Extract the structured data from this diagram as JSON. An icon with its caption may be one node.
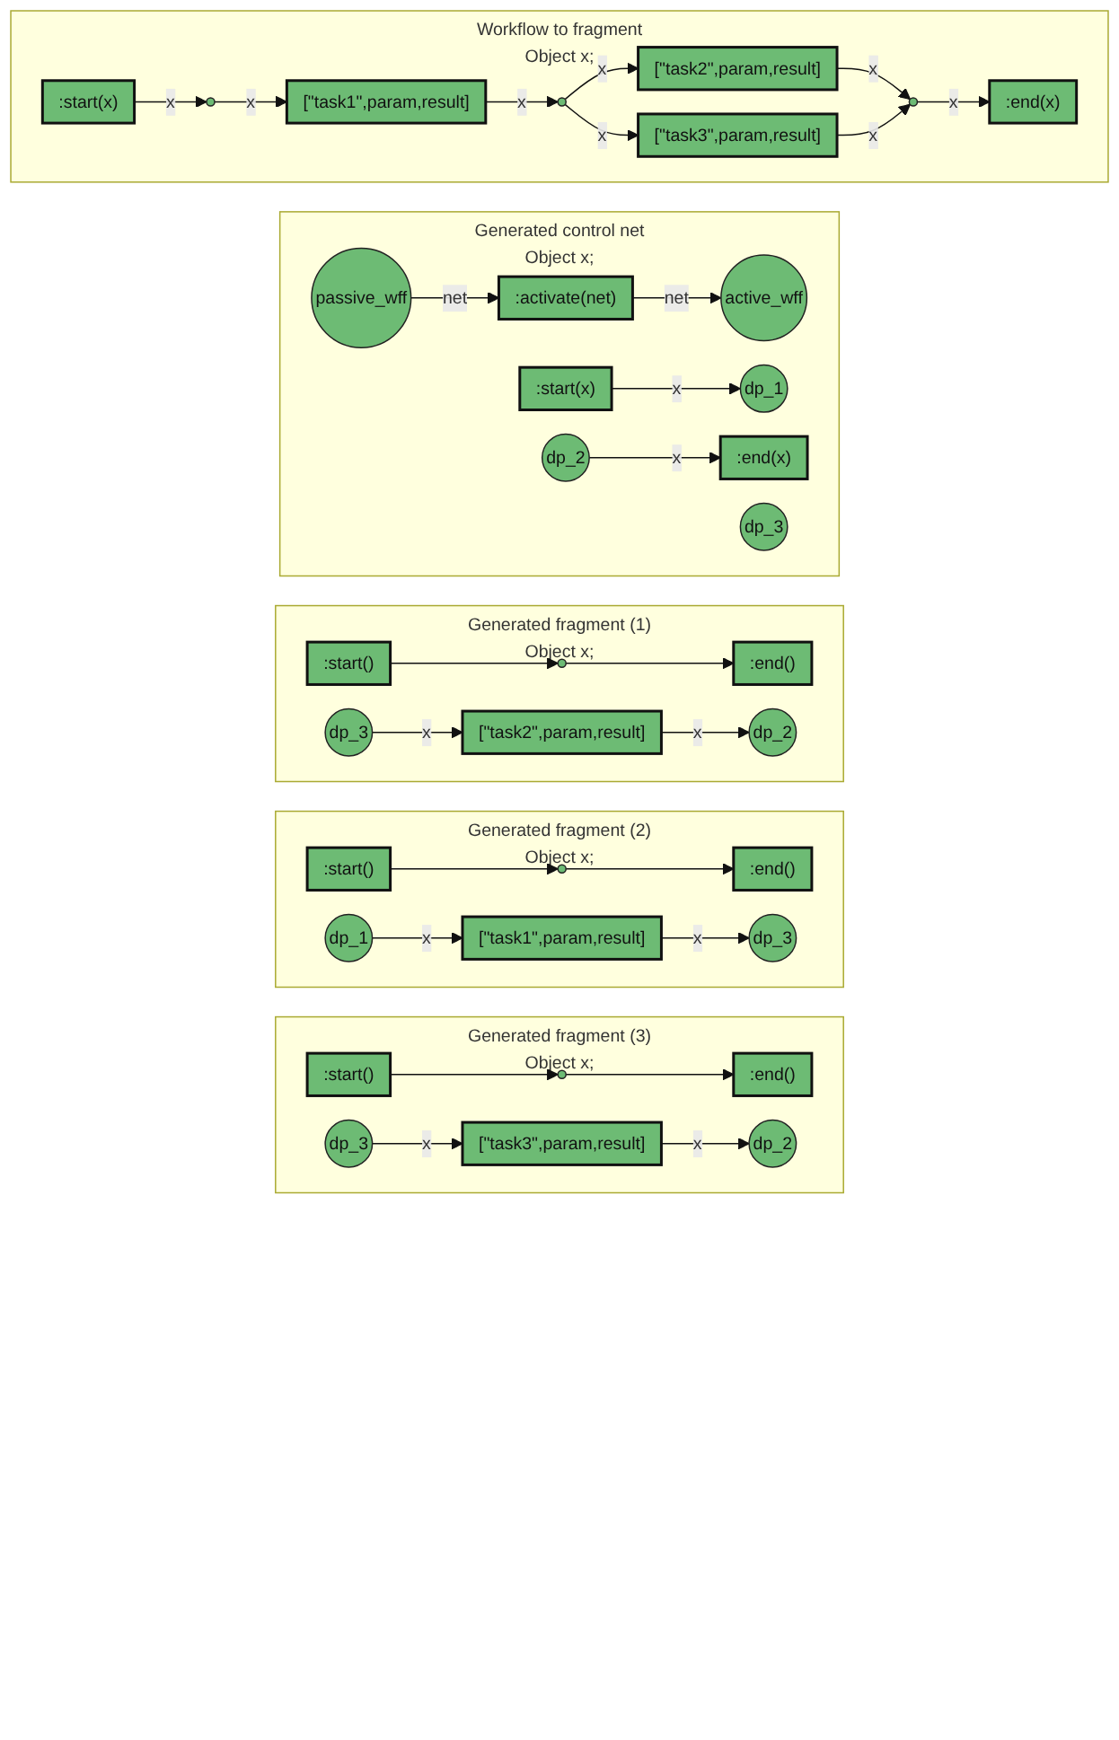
{
  "diagram": {
    "nodes": [
      {
        "text": [
          "Workflow to fragment",
          "Object x;"
        ]
      },
      {
        "text": [
          ":start(x)"
        ],
        "in": 0
      },
      {
        "text": [],
        "shape": "circle",
        "in": 0
      },
      {
        "text": [
          "[\"task1\",param,result]"
        ],
        "in": 0
      },
      {
        "text": [],
        "shape": "circle",
        "in": 0
      },
      {
        "text": [
          "[\"task2\",param,result]"
        ],
        "in": 0
      },
      {
        "text": [
          "[\"task3\",param,result]"
        ],
        "in": 0
      },
      {
        "text": [],
        "shape": "circle",
        "in": 0
      },
      {
        "text": [
          ":end(x)"
        ],
        "in": 0
      },
      {
        "text": [
          "Generated control net",
          "Object x;"
        ]
      },
      {
        "text": [
          "passive_wff"
        ],
        "in": 9
      },
      {
        "text": [
          ":activate(net)"
        ],
        "in": 9
      },
      {
        "text": [
          "active_wff"
        ],
        "in": 9
      },
      {
        "text": [
          ":start(x)"
        ],
        "in": 9
      },
      {
        "text": [
          "dp_1"
        ],
        "in": 9
      },
      {
        "text": [
          "dp_3"
        ],
        "in": 9
      },
      {
        "text": [
          "dp_2"
        ],
        "in": 9
      },
      {
        "text": [
          ":end(x)"
        ],
        "in": 9
      },
      {
        "text": [
          "Generated fragment (1)",
          "Object x;"
        ]
      },
      {
        "text": [
          ":start()"
        ],
        "in": 18
      },
      {
        "text": [],
        "shape": "circle",
        "in": 18
      },
      {
        "text": [
          ":end()"
        ],
        "in": 18
      },
      {
        "text": [
          "[\"task2\",param,result]"
        ],
        "in": 18
      },
      {
        "text": [
          "dp_3"
        ],
        "in": 18
      },
      {
        "text": [
          "dp_2"
        ],
        "in": 18
      },
      {
        "text": [
          "Generated fragment (2)",
          "Object x;"
        ]
      },
      {
        "text": [
          ":start()"
        ],
        "in": 25
      },
      {
        "text": [],
        "shape": "circle",
        "in": 25
      },
      {
        "text": [
          ":end()"
        ],
        "in": 25
      },
      {
        "text": [
          "dp_1"
        ],
        "in": 25
      },
      {
        "text": [
          "[\"task1\",param,result]"
        ],
        "in": 25
      },
      {
        "text": [
          "dp_3"
        ],
        "in": 25
      },
      {
        "text": [
          "Generated fragment (3)",
          "Object x;"
        ]
      },
      {
        "text": [
          ":start()"
        ],
        "in": 32
      },
      {
        "text": [],
        "shape": "circle",
        "in": 32
      },
      {
        "text": [
          ":end()"
        ],
        "in": 32
      },
      {
        "text": [
          "dp_3"
        ],
        "in": 32
      },
      {
        "text": [
          "dp_2"
        ],
        "in": 32
      },
      {
        "text": [
          "[\"task3\",param,result]"
        ],
        "in": 32
      }
    ],
    "edges": [
      {
        "from": 1,
        "to": 2,
        "arrow": "to",
        "label": "x"
      },
      {
        "from": 2,
        "to": 3,
        "arrow": "to",
        "label": "x"
      },
      {
        "from": 3,
        "to": 4,
        "arrow": "to",
        "label": "x"
      },
      {
        "from": 4,
        "to": 5,
        "arrow": "to",
        "label": "x"
      },
      {
        "from": 4,
        "to": 6,
        "arrow": "to",
        "label": "x"
      },
      {
        "from": 5,
        "to": 7,
        "arrow": "to",
        "label": "x"
      },
      {
        "from": 6,
        "to": 7,
        "arrow": "to",
        "label": "x"
      },
      {
        "from": 7,
        "to": 8,
        "arrow": "to",
        "label": "x"
      },
      {
        "from": 10,
        "to": 11,
        "arrow": "to",
        "label": "net"
      },
      {
        "from": 11,
        "to": 12,
        "arrow": "to",
        "label": "net"
      },
      {
        "from": 13,
        "to": 14,
        "arrow": "to",
        "label": "x"
      },
      {
        "from": 16,
        "to": 17,
        "arrow": "to",
        "label": "x"
      },
      {
        "from": 19,
        "to": 20,
        "arrow": "to"
      },
      {
        "from": 20,
        "to": 21,
        "arrow": "to"
      },
      {
        "from": 23,
        "to": 22,
        "arrow": "to",
        "label": "x"
      },
      {
        "from": 22,
        "to": 24,
        "arrow": "to",
        "label": "x"
      },
      {
        "from": 26,
        "to": 27,
        "arrow": "to"
      },
      {
        "from": 27,
        "to": 28,
        "arrow": "to"
      },
      {
        "from": 29,
        "to": 30,
        "arrow": "to",
        "label": "x"
      },
      {
        "from": 30,
        "to": 31,
        "arrow": "to",
        "label": "x"
      },
      {
        "from": 33,
        "to": 34,
        "arrow": "to"
      },
      {
        "from": 34,
        "to": 35,
        "arrow": "to"
      },
      {
        "from": 36,
        "to": 38,
        "arrow": "to",
        "label": "x"
      },
      {
        "from": 38,
        "to": 37,
        "arrow": "to",
        "label": "x"
      }
    ]
  }
}
